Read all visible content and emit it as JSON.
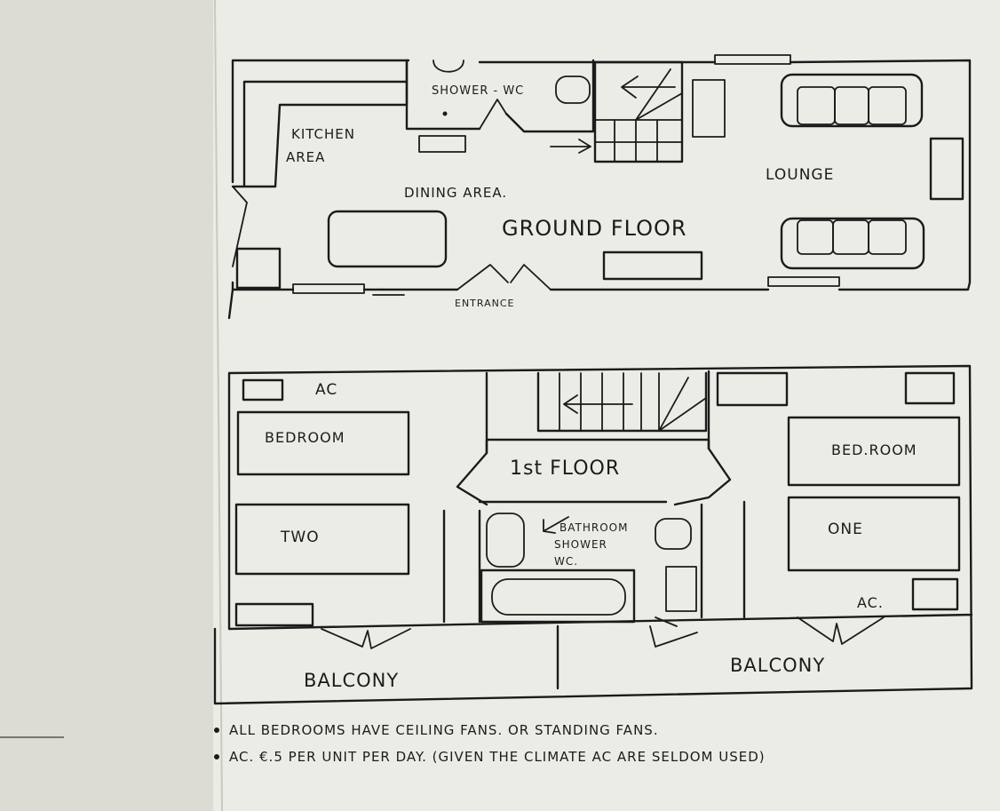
{
  "ground_floor": {
    "title": "GROUND FLOOR",
    "rooms": {
      "kitchen_line1": "KITCHEN",
      "kitchen_line2": "AREA",
      "shower_wc": "SHOWER - WC",
      "dining": "DINING AREA.",
      "lounge": "LOUNGE",
      "entrance": "ENTRANCE"
    }
  },
  "first_floor": {
    "title": "1st FLOOR",
    "rooms": {
      "bedroom_two_line1": "BEDROOM",
      "bedroom_two_line2": "TWO",
      "bedroom_one_line1": "BED.ROOM",
      "bedroom_one_line2": "ONE",
      "bathroom_line1": "BATHROOM",
      "bathroom_line2": "SHOWER",
      "bathroom_line3": "WC.",
      "ac_left": "AC",
      "ac_right": "AC.",
      "balcony_left": "BALCONY",
      "balcony_right": "BALCONY"
    }
  },
  "notes": [
    "ALL BEDROOMS HAVE CEILING FANS. OR STANDING FANS.",
    "AC. €.5 PER UNIT PER DAY. (GIVEN THE CLIMATE AC ARE SELDOM USED)"
  ],
  "colors": {
    "paper": "#efefea",
    "background": "#d9d9d2",
    "ink": "#1b1b1b"
  }
}
